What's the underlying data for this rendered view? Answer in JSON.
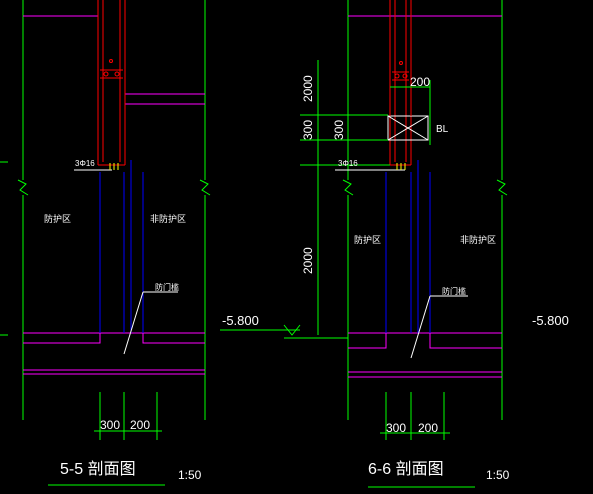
{
  "colors": {
    "background": "#000000",
    "wall_green": "#00ff00",
    "slab_magenta": "#ff00ff",
    "column_red": "#ff0000",
    "rebar_blue": "#0000ff",
    "text_white": "#ffffff",
    "marker_yellow": "#ffff00"
  },
  "section_left": {
    "title": "5-5 剖面图",
    "scale": "1:50",
    "rebar_label": "3Φ16",
    "zone_left": "防护区",
    "zone_right": "非防护区",
    "door_label": "防门槛",
    "dim_a": "300",
    "dim_b": "200"
  },
  "section_right": {
    "title": "6-6 剖面图",
    "scale": "1:50",
    "rebar_label": "3Φ16",
    "zone_left": "防护区",
    "zone_right": "非防护区",
    "door_label": "防门槛",
    "dim_a": "300",
    "dim_b": "200",
    "dim_top": "200",
    "beam_label": "BL",
    "vdim_upper": "2000",
    "vdim_mid1": "300",
    "vdim_mid2": "300",
    "vdim_lower": "2000"
  },
  "elevation_left": "-5.800",
  "elevation_right": "-5.800"
}
